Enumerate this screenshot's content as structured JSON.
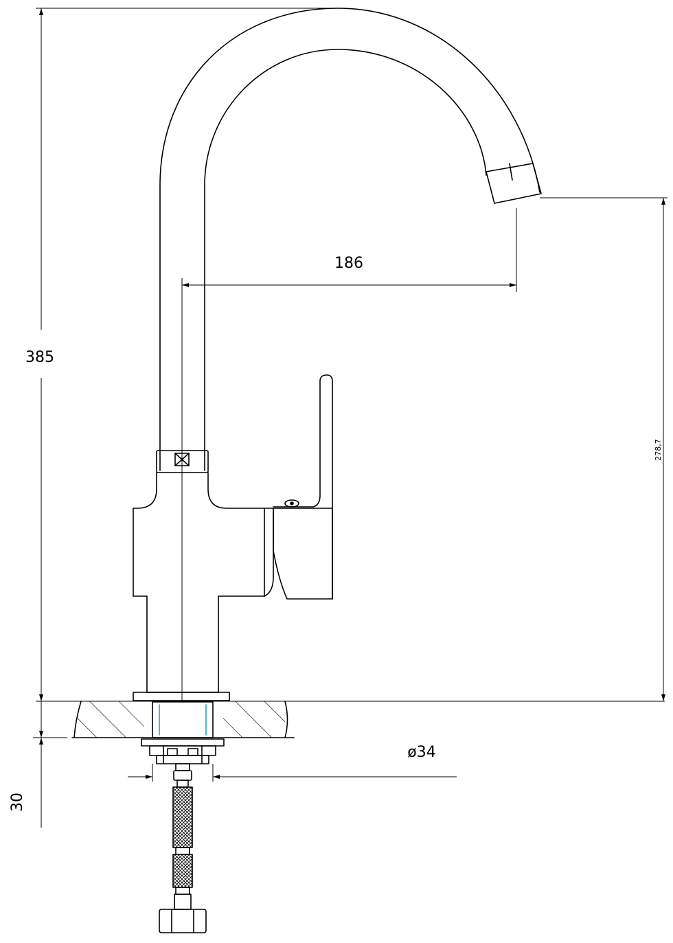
{
  "dimensions": {
    "total_height": "385",
    "spout_reach": "186",
    "spout_outlet_height": "278,7",
    "mount_diameter": "ø34",
    "below_counter": "30"
  },
  "colors": {
    "line": "#000000",
    "background": "#ffffff",
    "accent": "#2aa3b8"
  }
}
